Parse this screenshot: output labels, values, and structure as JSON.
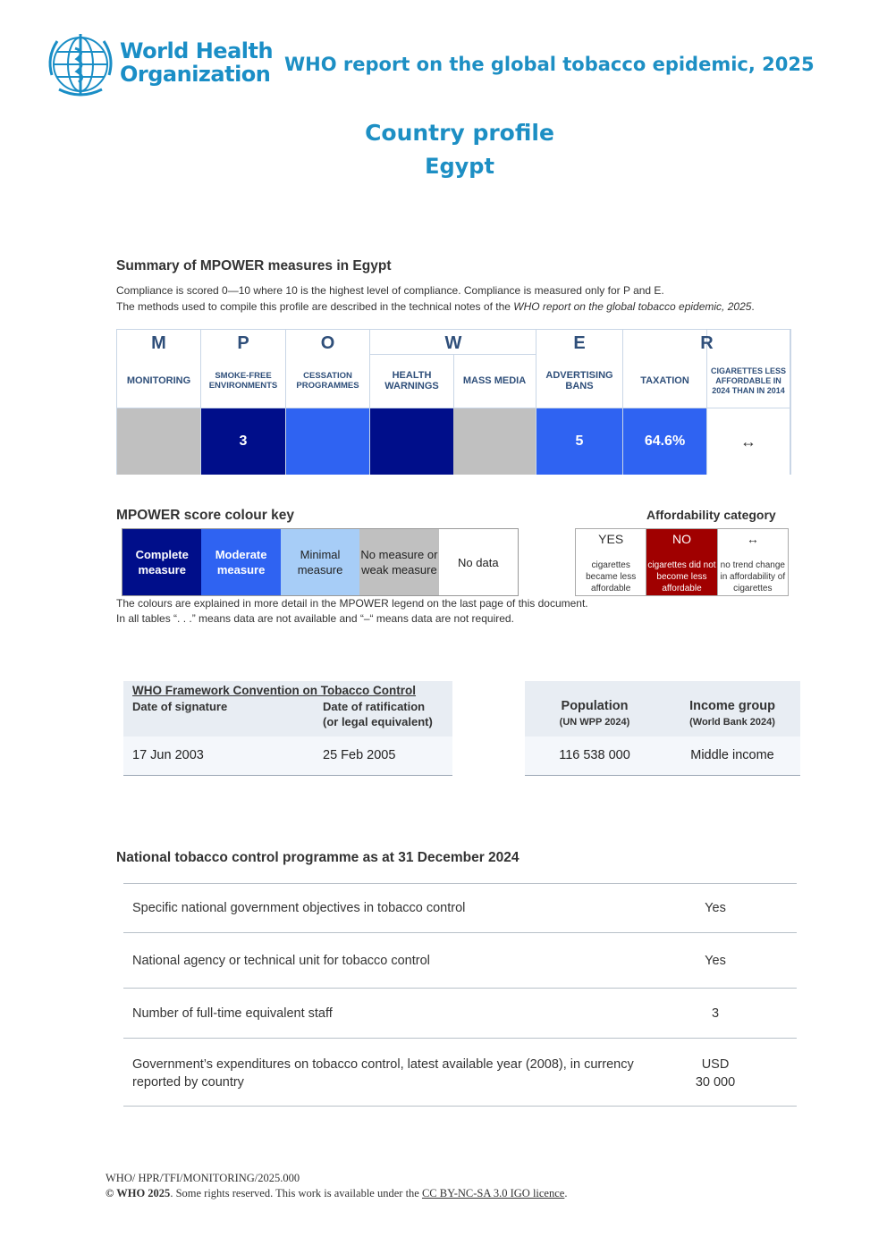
{
  "header": {
    "logo_line1": "World Health",
    "logo_line2": "Organization",
    "report_title": "WHO report on the global tobacco epidemic, 2025",
    "profile_title": "Country profile",
    "country": "Egypt"
  },
  "summary": {
    "heading": "Summary of MPOWER measures in Egypt",
    "note1": "Compliance is scored 0—10 where 10 is the highest level of compliance. Compliance is measured only for P and E.",
    "note2_prefix": "The methods used to compile this profile are described in the technical notes of the ",
    "note2_italic": "WHO report on the global tobacco epidemic, 2025",
    "note2_suffix": ".",
    "columns": [
      {
        "letter": "M",
        "label": "MONITORING",
        "score": "",
        "color": "#c0c0c0",
        "score_color": "#ffffff"
      },
      {
        "letter": "P",
        "label": "SMOKE-FREE ENVIRONMENTS",
        "score": "3",
        "color": "#000e8a",
        "score_color": "#ffffff"
      },
      {
        "letter": "O",
        "label": "CESSATION PROGRAMMES",
        "score": "",
        "color": "#2f63f2",
        "score_color": "#ffffff"
      },
      {
        "letter": "W",
        "label": "HEALTH WARNINGS",
        "score": "",
        "color": "#000e8a",
        "score_color": "#ffffff"
      },
      {
        "letter": "",
        "label": "MASS MEDIA",
        "score": "",
        "color": "#c0c0c0",
        "score_color": "#ffffff"
      },
      {
        "letter": "E",
        "label": "ADVERTISING BANS",
        "score": "5",
        "color": "#2f63f2",
        "score_color": "#ffffff"
      },
      {
        "letter": "R",
        "label": "TAXATION",
        "score": "64.6%",
        "color": "#2f63f2",
        "score_color": "#ffffff"
      },
      {
        "letter": "",
        "label": "CIGARETTES LESS AFFORDABLE IN 2024 THAN IN 2014",
        "score": "↔",
        "color": "#ffffff",
        "score_color": "#333333"
      }
    ]
  },
  "colour_key": {
    "heading": "MPOWER score colour key",
    "items": [
      {
        "label": "Complete measure",
        "color": "#000e8a",
        "text_color": "#ffffff",
        "bold": true
      },
      {
        "label": "Moderate measure",
        "color": "#2f63f2",
        "text_color": "#ffffff",
        "bold": true
      },
      {
        "label": "Minimal measure",
        "color": "#a7cdf7",
        "text_color": "#222222",
        "bold": false
      },
      {
        "label": "No measure or weak measure",
        "color": "#c0c0c0",
        "text_color": "#222222",
        "bold": false
      },
      {
        "label": "No data",
        "color": "#ffffff",
        "text_color": "#222222",
        "bold": false
      }
    ],
    "note1": "The colours are explained in more detail in the MPOWER legend on the last page of this document.",
    "note2": "In all tables “. . .” means data are not available and “–“ means data are not required."
  },
  "affordability": {
    "heading": "Affordability category",
    "items": [
      {
        "top": "YES",
        "sub": "cigarettes became less affordable",
        "color": "#ffffff",
        "text_color": "#333333"
      },
      {
        "top": "NO",
        "sub": "cigarettes did not become less affordable",
        "color": "#a00000",
        "text_color": "#ffffff"
      },
      {
        "top": "↔",
        "sub": "no trend change in affordability of cigarettes",
        "color": "#ffffff",
        "text_color": "#333333"
      }
    ]
  },
  "fctc": {
    "title": "WHO Framework Convention on Tobacco Control",
    "col1_header": "Date of signature",
    "col2_header_line1": "Date of ratification",
    "col2_header_line2": "(or legal equivalent)",
    "signature": "17 Jun 2003",
    "ratification": "25 Feb 2005"
  },
  "population": {
    "header": "Population",
    "sub": "(UN WPP 2024)",
    "value": "116 538 000"
  },
  "income": {
    "header": "Income group",
    "sub": "(World Bank 2024)",
    "value": "Middle income"
  },
  "programme": {
    "heading": "National tobacco control programme as at 31 December 2024",
    "rows": [
      {
        "label": "Specific national government objectives in tobacco control",
        "value": "Yes"
      },
      {
        "label": "National agency or technical unit for tobacco control",
        "value": "Yes"
      },
      {
        "label": "Number of full-time equivalent staff",
        "value": "3"
      },
      {
        "label_line1": "Government’s expenditures on tobacco control, latest available year (2008), in currency",
        "label_line2": "reported by country",
        "value_line1": "USD",
        "value_line2": "30 000"
      }
    ]
  },
  "footer": {
    "code": "WHO/ HPR/TFI/MONITORING/2025.000",
    "copyright": "© WHO 2025",
    "rights": ". Some rights reserved. This work is available under the ",
    "licence": "CC BY-NC-SA 3.0 IGO licence",
    "end": "."
  }
}
